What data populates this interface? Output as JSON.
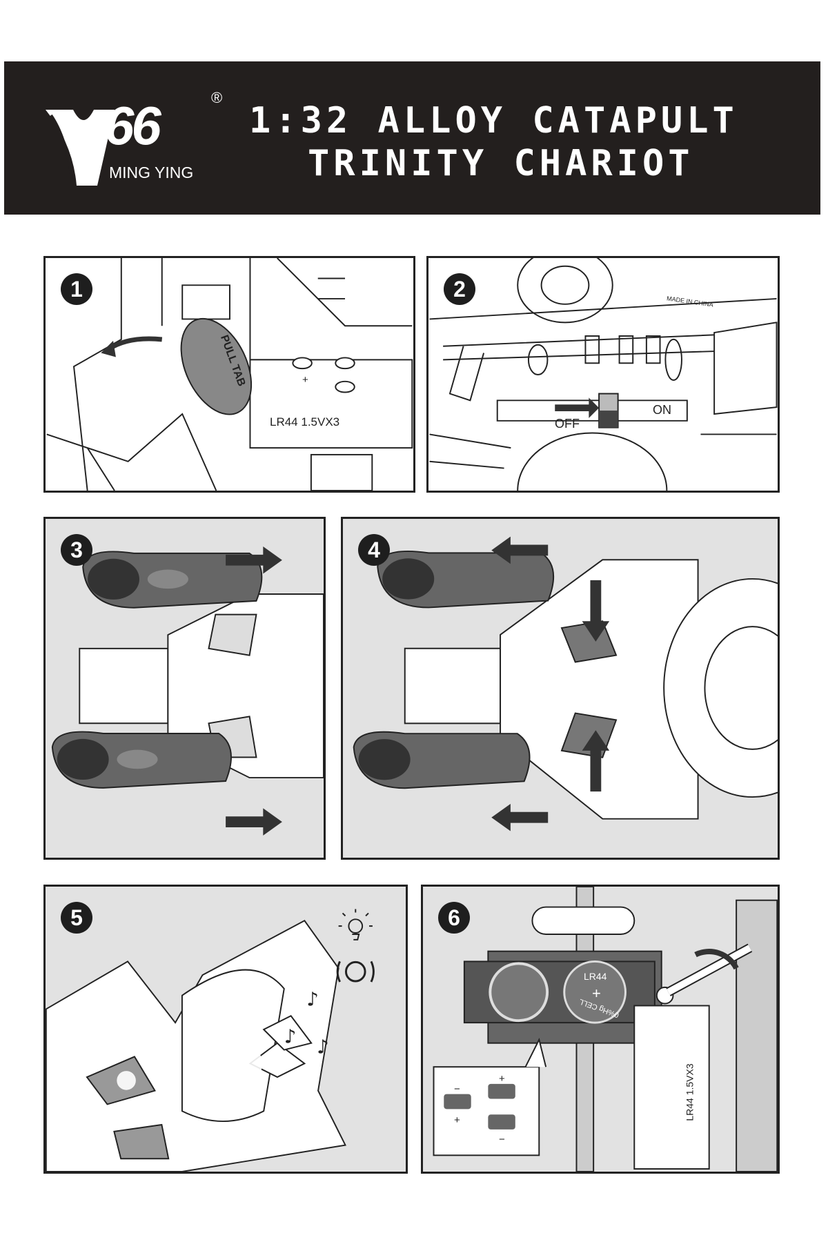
{
  "header": {
    "brand_number": "66",
    "brand_name": "MING YING",
    "registered_mark": "®",
    "title_line1": "1:32 ALLOY CATAPULT",
    "title_line2": "TRINITY CHARIOT",
    "background_color": "#231f1e"
  },
  "steps": [
    {
      "number": "1",
      "pull_tab": "PULL TAB",
      "battery_label": "LR44 1.5VX3",
      "polarity": "+"
    },
    {
      "number": "2",
      "off_label": "OFF",
      "on_label": "ON",
      "made_in": "MADE IN CHINA"
    },
    {
      "number": "3"
    },
    {
      "number": "4"
    },
    {
      "number": "5",
      "icons": [
        "light-icon",
        "sound-icon",
        "music-note-icon"
      ]
    },
    {
      "number": "6",
      "cell_label": "LR44",
      "cell_text": "0%Hg CELL",
      "cell_polarity": "+",
      "battery_label": "LR44 1.5VX3",
      "minus": "−",
      "plus": "+"
    }
  ]
}
